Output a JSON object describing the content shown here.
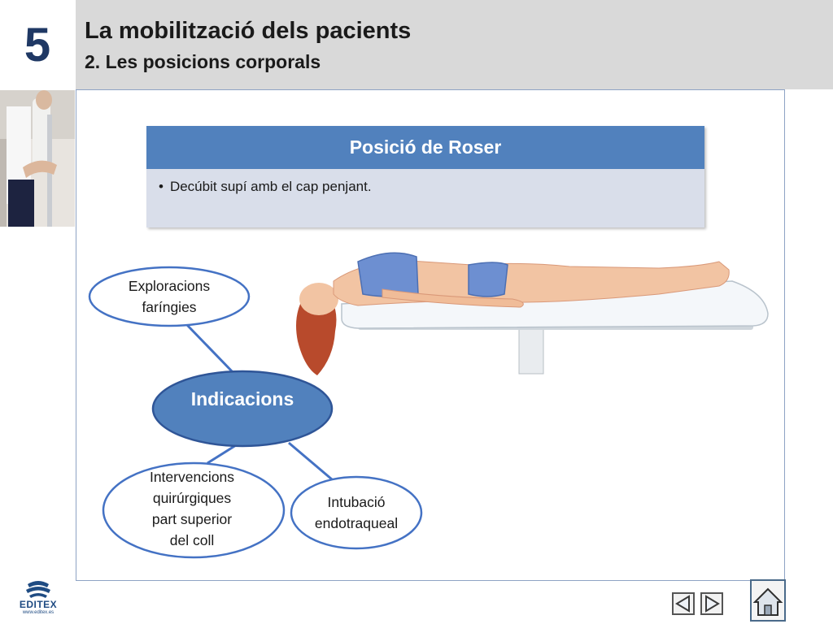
{
  "header": {
    "chapter_number": "5",
    "title": "La mobilització dels pacients",
    "subtitle": "2. Les posicions corporals"
  },
  "card": {
    "title": "Posició de Roser",
    "items": [
      "Decúbit supí amb el cap penjant."
    ]
  },
  "diagram": {
    "center": "Indicacions",
    "bubbles": [
      {
        "lines": [
          "Exploracions",
          "faríngies"
        ]
      },
      {
        "lines": [
          "Intervencions",
          "quirúrgiques",
          "part superior",
          "del coll"
        ]
      },
      {
        "lines": [
          "Intubació",
          "endotraqueal"
        ]
      }
    ]
  },
  "logo": {
    "brand": "EDITEX",
    "url": "www.editex.es"
  },
  "colors": {
    "header_bg": "#d9d9d9",
    "card_header": "#5181bd",
    "card_body": "#d9deea",
    "center_node": "#5181bd",
    "node_outline": "#4472c4",
    "chapter_number": "#1f3864"
  },
  "icons": {
    "prev": "triangle-left-icon",
    "next": "triangle-right-icon",
    "home": "home-icon"
  }
}
